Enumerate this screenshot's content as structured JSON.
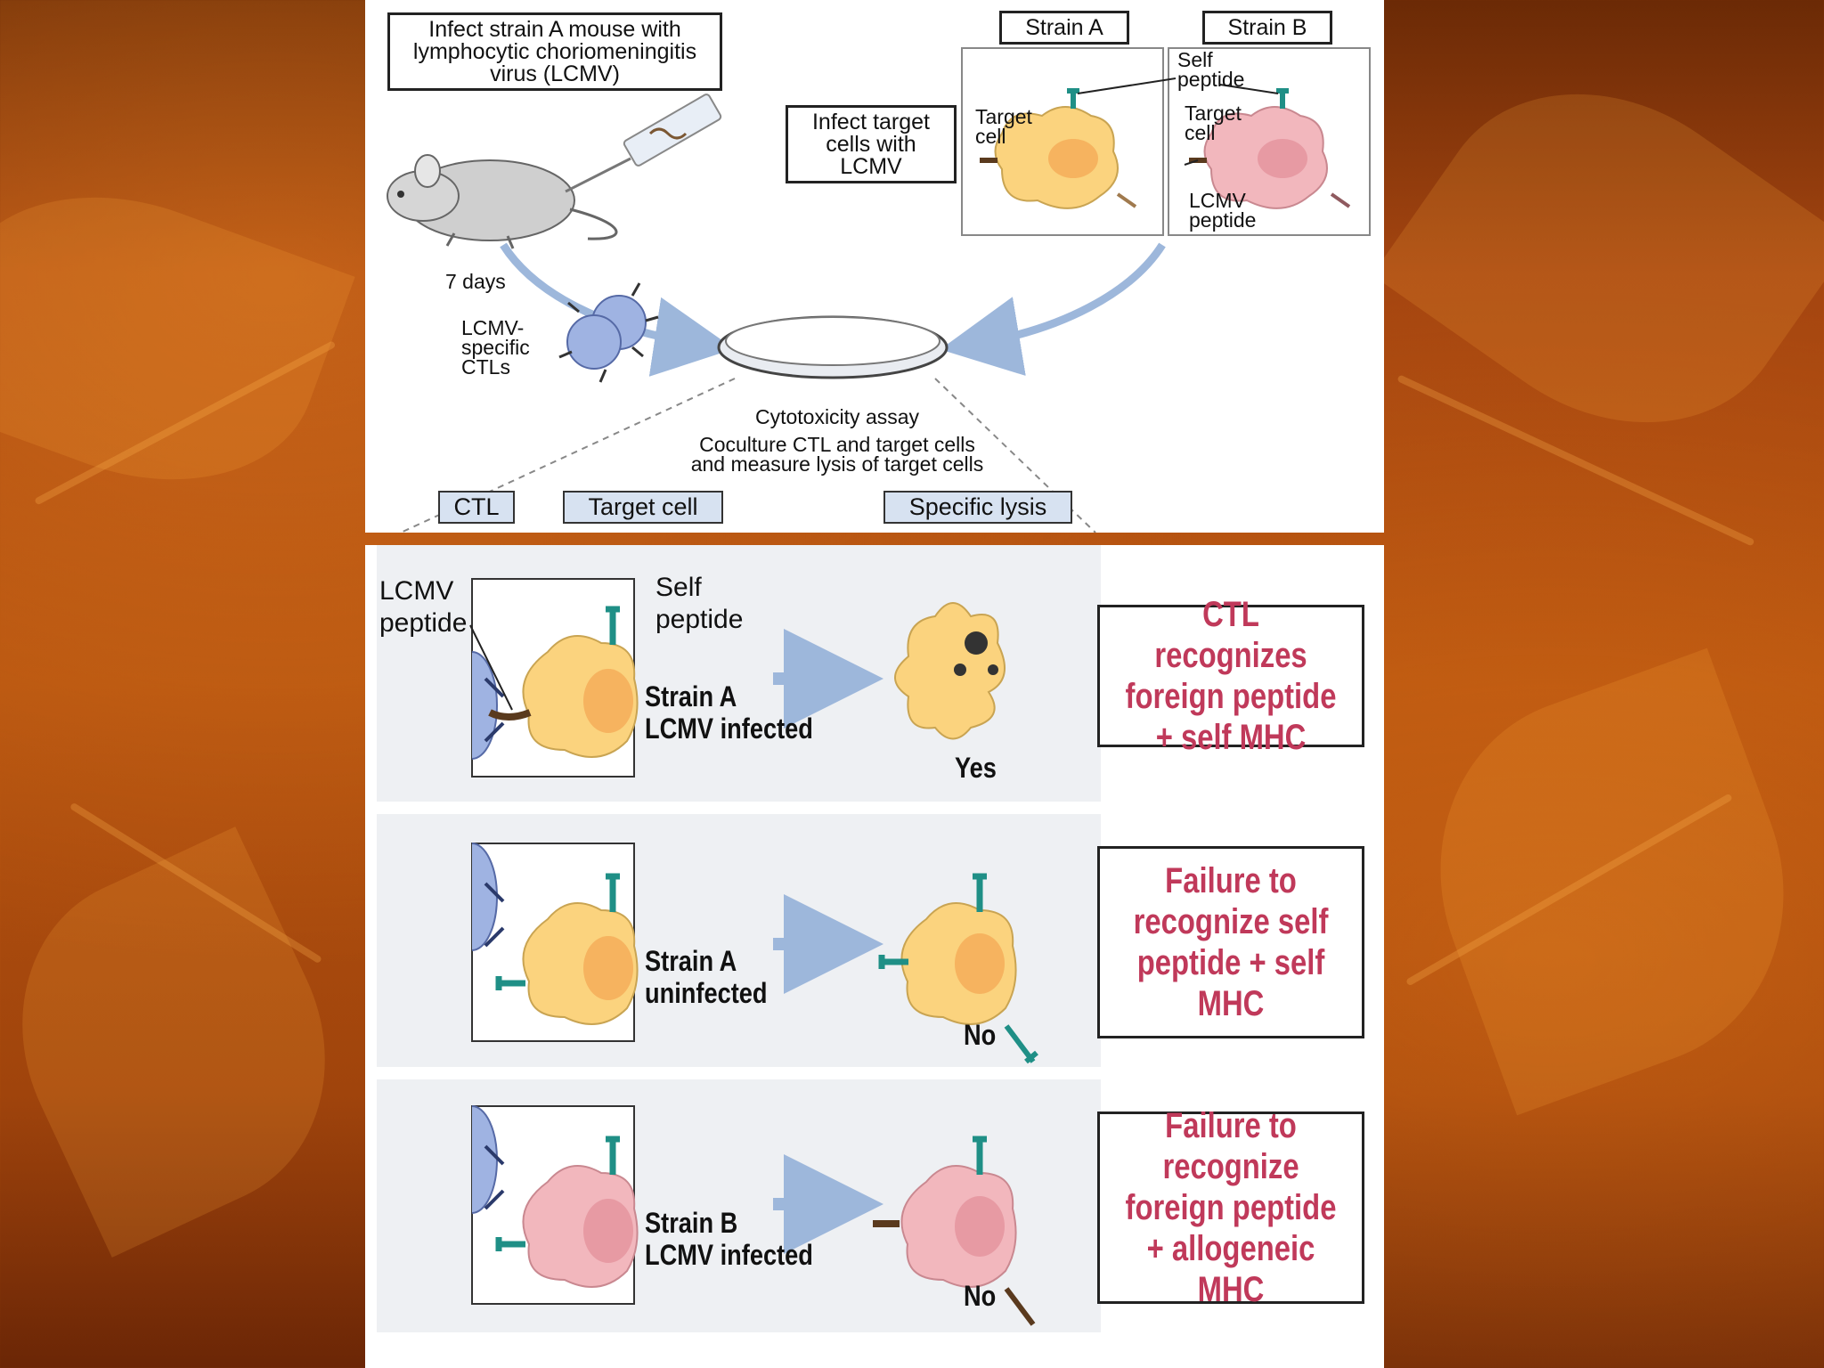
{
  "top": {
    "infect_box": "Infect strain A mouse with lymphocytic choriomeningitis virus (LCMV)",
    "strain_a": "Strain A",
    "strain_b": "Strain B",
    "infect_target_box": "Infect target cells with LCMV",
    "target_cell_a": "Target cell",
    "target_cell_b": "Target cell",
    "self_peptide": "Self peptide",
    "lcmv_peptide": "LCMV peptide",
    "seven_days": "7 days",
    "lcmv_ctls": "LCMV-specific CTLs",
    "assay_title": "Cytotoxicity assay",
    "assay_desc_1": "Coculture CTL and target cells",
    "assay_desc_2": "and measure lysis of target cells",
    "tag_ctl": "CTL",
    "tag_target": "Target cell",
    "tag_lysis": "Specific lysis"
  },
  "bottom": {
    "lcmv_peptide": "LCMV peptide",
    "self_peptide": "Self peptide",
    "rows": [
      {
        "label_1": "Strain A",
        "label_2": "LCMV infected",
        "result": "Yes",
        "conclusion": "CTL recognizes foreign peptide + self MHC"
      },
      {
        "label_1": "Strain A",
        "label_2": "uninfected",
        "result": "No",
        "conclusion": "Failure to recognize self peptide + self MHC"
      },
      {
        "label_1": "Strain B",
        "label_2": "LCMV infected",
        "result": "No",
        "conclusion": "Failure to recognize foreign peptide + allogeneic MHC"
      }
    ]
  },
  "colors": {
    "cell_a": "#fbd37e",
    "cell_b": "#f2b7bd",
    "ctl": "#9fb3e2",
    "arrow": "#9db7db",
    "peptide_self": "#1f8f86",
    "peptide_lcmv": "#5a3a1e",
    "conclusion_text": "#c0395a"
  }
}
